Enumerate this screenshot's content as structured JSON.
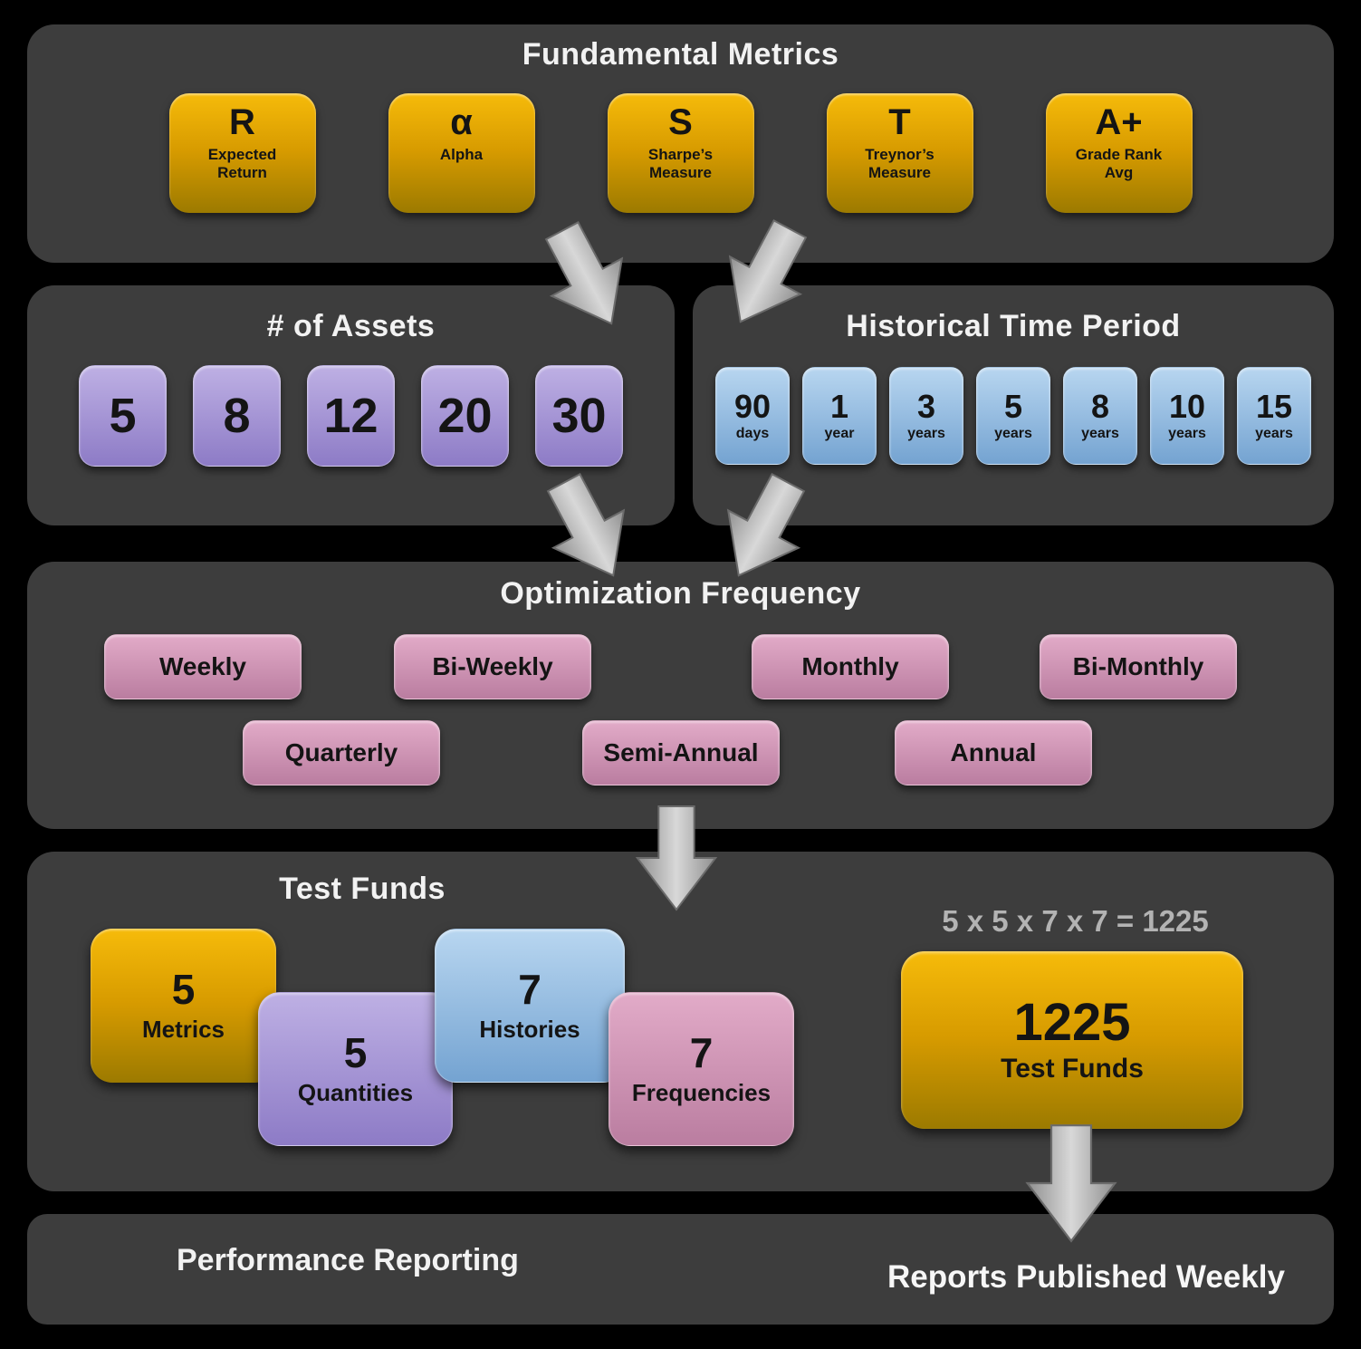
{
  "fundamental_metrics": {
    "title": "Fundamental Metrics",
    "cards": [
      {
        "symbol": "R",
        "label": "Expected Return"
      },
      {
        "symbol": "α",
        "label": "Alpha"
      },
      {
        "symbol": "S",
        "label": "Sharpe’s Measure"
      },
      {
        "symbol": "T",
        "label": "Treynor’s Measure"
      },
      {
        "symbol": "A+",
        "label": "Grade Rank Avg"
      }
    ]
  },
  "num_assets": {
    "title": "# of Assets",
    "values": [
      "5",
      "8",
      "12",
      "20",
      "30"
    ]
  },
  "historical": {
    "title": "Historical Time Period",
    "cards": [
      {
        "value": "90",
        "unit": "days"
      },
      {
        "value": "1",
        "unit": "year"
      },
      {
        "value": "3",
        "unit": "years"
      },
      {
        "value": "5",
        "unit": "years"
      },
      {
        "value": "8",
        "unit": "years"
      },
      {
        "value": "10",
        "unit": "years"
      },
      {
        "value": "15",
        "unit": "years"
      }
    ]
  },
  "optimization": {
    "title": "Optimization Frequency",
    "row1": [
      "Weekly",
      "Bi-Weekly",
      "Monthly",
      "Bi-Monthly"
    ],
    "row2": [
      "Quarterly",
      "Semi-Annual",
      "Annual"
    ]
  },
  "test_funds": {
    "title": "Test Funds",
    "factors": [
      {
        "value": "5",
        "label": "Metrics"
      },
      {
        "value": "5",
        "label": "Quantities"
      },
      {
        "value": "7",
        "label": "Histories"
      },
      {
        "value": "7",
        "label": "Frequencies"
      }
    ],
    "equation": "5 x 5 x 7 x 7 = 1225",
    "result_value": "1225",
    "result_label": "Test Funds"
  },
  "reporting": {
    "title": "Performance Reporting",
    "note": "Reports Published Weekly"
  },
  "colors": {
    "panel": "#3d3d3d",
    "gold": "#d79b00",
    "purple": "#8d7bc6",
    "blue": "#74a3d1",
    "pink": "#ba7da0",
    "arrow": "#a8a8a8"
  }
}
